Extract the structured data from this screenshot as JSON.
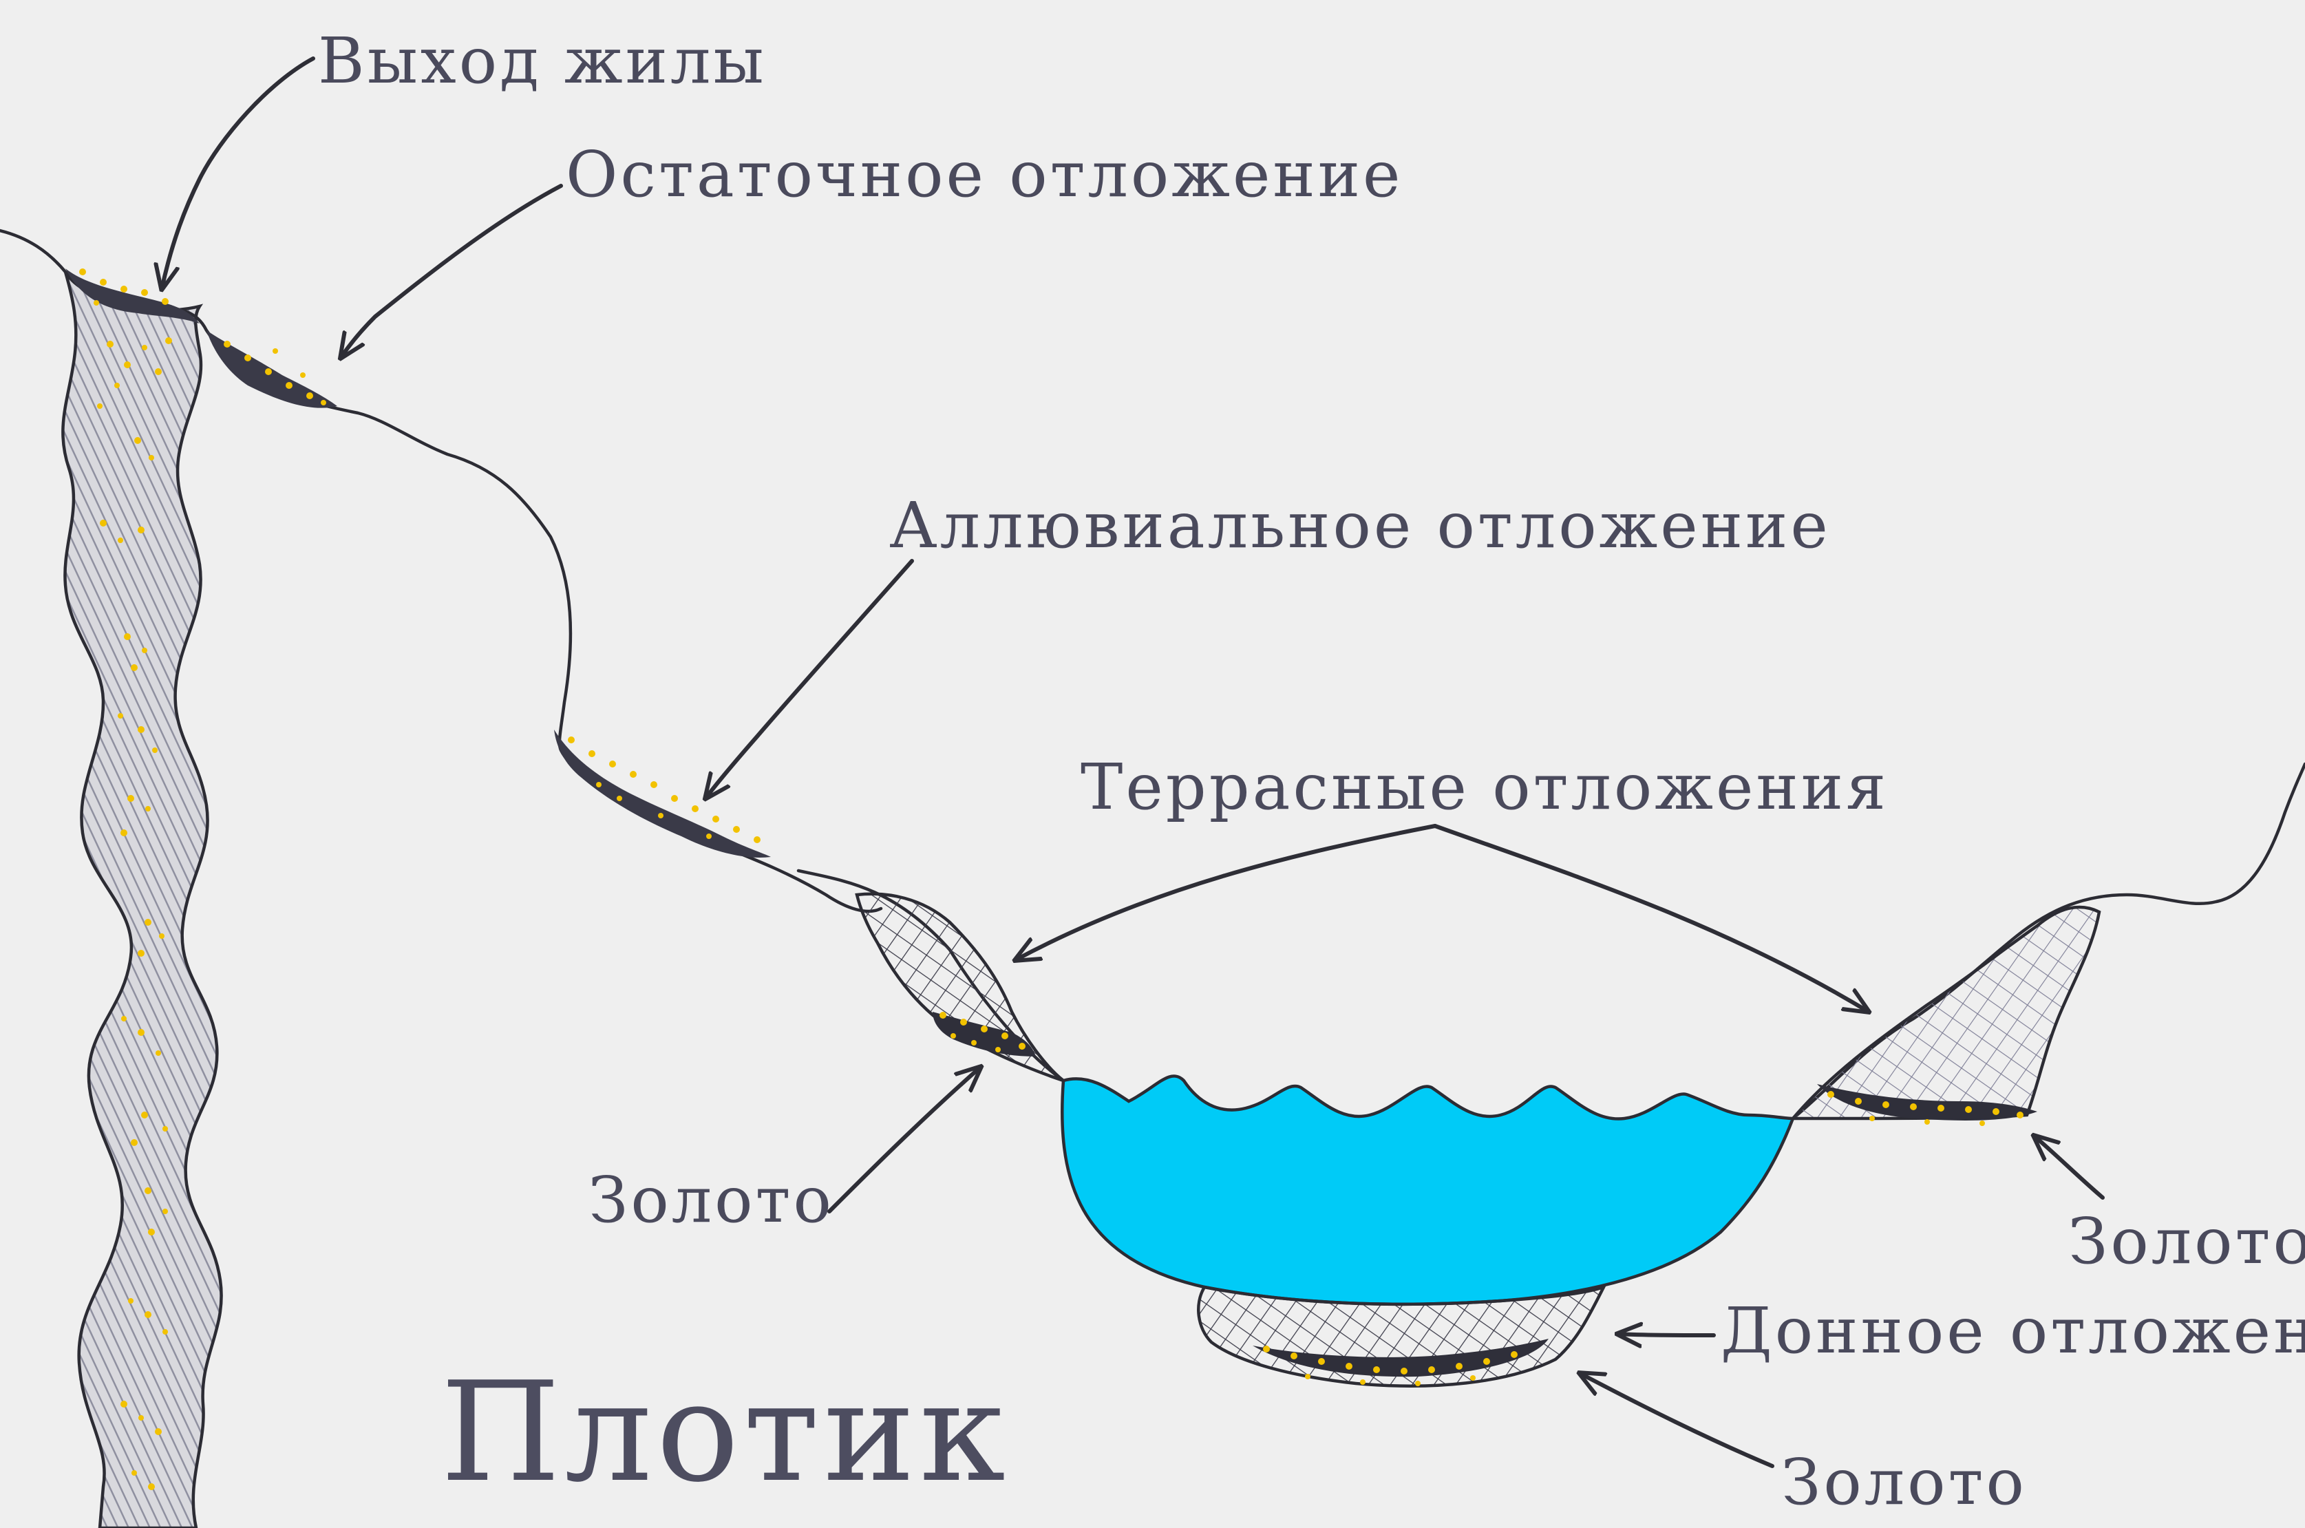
{
  "labels": {
    "vein_outcrop": "Выход жилы",
    "residual_deposit": "Остаточное отложение",
    "alluvial_deposit": "Аллювиальное отложение",
    "terrace_deposits": "Террасные отложения",
    "gold_left": "Золото",
    "gold_right": "Золото",
    "bottom_deposit": "Донное отложение",
    "gold_bottom": "Золото",
    "bedrock": "Плотик"
  },
  "colors": {
    "background": "#efefef",
    "line": "#2c2c34",
    "text": "#4a4a5c",
    "water": "#00cbf7",
    "gold": "#f2c200",
    "vein_shade": "#8f90a0"
  }
}
